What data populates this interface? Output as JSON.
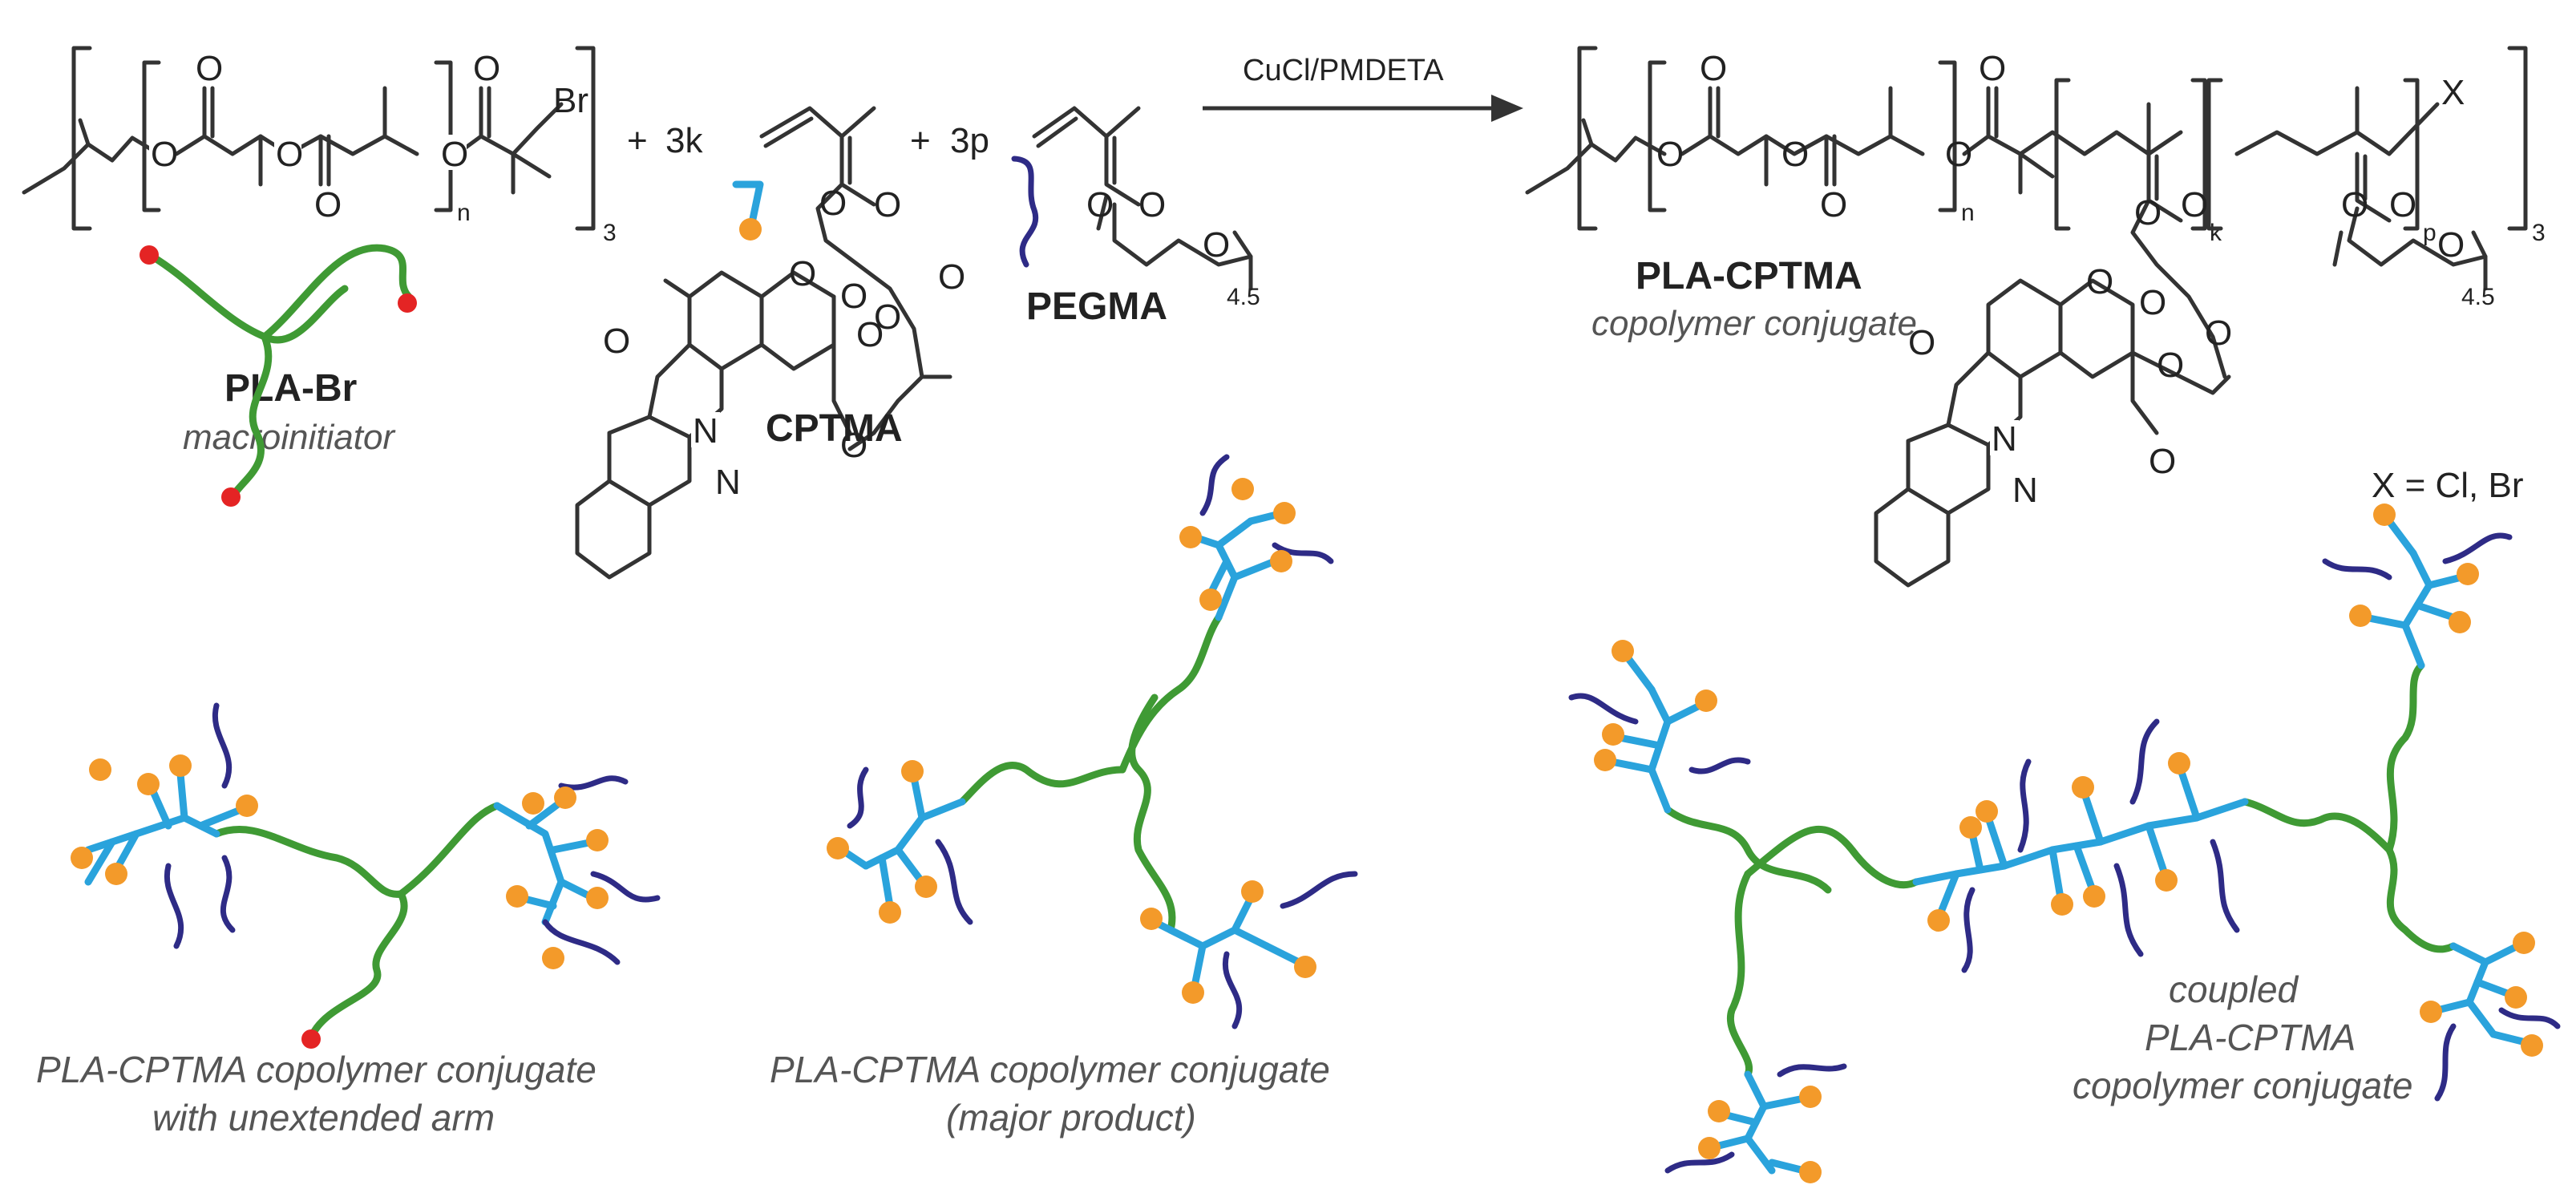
{
  "colors": {
    "pla_chain": "#3f9a34",
    "cptma_backbone": "#2aa3dc",
    "peg_chain": "#2e2b86",
    "drug_bead": "#f39a2a",
    "bromide_end": "#e42424"
  },
  "reaction": {
    "plus": "+",
    "reagent_cptma": "3k",
    "reagent_pegma": "3p",
    "conditions": "CuCl/PMDETA",
    "note": "X = Cl, Br"
  },
  "atoms": {
    "O": "O",
    "N": "N",
    "Br": "Br",
    "X": "X"
  },
  "subscripts": {
    "n": "n",
    "three": "3",
    "k": "k",
    "p": "p",
    "peg_repeat": "4.5"
  },
  "labels": {
    "pla_br_name": "PLA-Br",
    "pla_br_role": "macroinitiator",
    "cptma_name": "CPTMA",
    "pegma_name": "PEGMA",
    "product_name": "PLA-CPTMA",
    "product_role": "copolymer conjugate"
  },
  "captions": {
    "unextended_line1": "PLA-CPTMA copolymer conjugate",
    "unextended_line2": "with unextended arm",
    "major_line1": "PLA-CPTMA copolymer conjugate",
    "major_line2": "(major product)",
    "coupled_line1": "coupled",
    "coupled_line2": "PLA-CPTMA",
    "coupled_line3": "copolymer conjugate"
  }
}
